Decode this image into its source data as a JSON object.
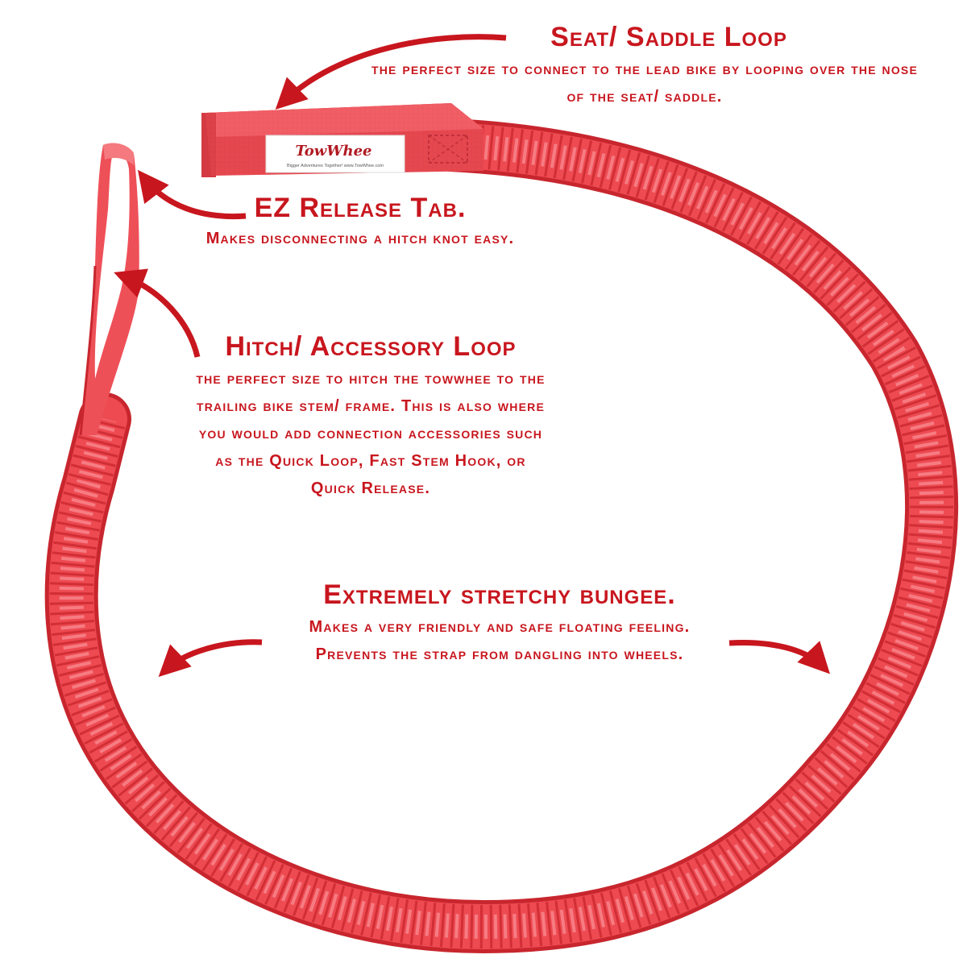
{
  "colors": {
    "annotation": "#c8161e",
    "strap": "#ee4a52",
    "strap_light": "#f7787e",
    "strap_dark": "#c8262e"
  },
  "callouts": {
    "seat_loop": {
      "title": "Seat/ Saddle Loop",
      "lines": [
        "the perfect size to connect to the lead bike by looping over the nose",
        "of the seat/ saddle."
      ]
    },
    "ez_release": {
      "title": "EZ Release Tab.",
      "lines": [
        "Makes disconnecting a hitch knot easy."
      ]
    },
    "hitch_loop": {
      "title": "Hitch/ Accessory Loop",
      "lines": [
        "the perfect size to hitch the towwhee to the",
        "trailing bike stem/ frame. This is also where",
        "you would add connection accessories such",
        "as the Quick Loop, Fast Stem Hook, or",
        "Quick Release."
      ]
    },
    "bungee": {
      "title": "Extremely stretchy bungee.",
      "lines": [
        "Makes a very friendly and safe floating feeling.",
        "Prevents the strap from dangling into wheels."
      ]
    }
  },
  "label_tag": {
    "brand": "TowWhee",
    "tagline": "Bigger Adventures Together! www.TowWhee.com"
  }
}
